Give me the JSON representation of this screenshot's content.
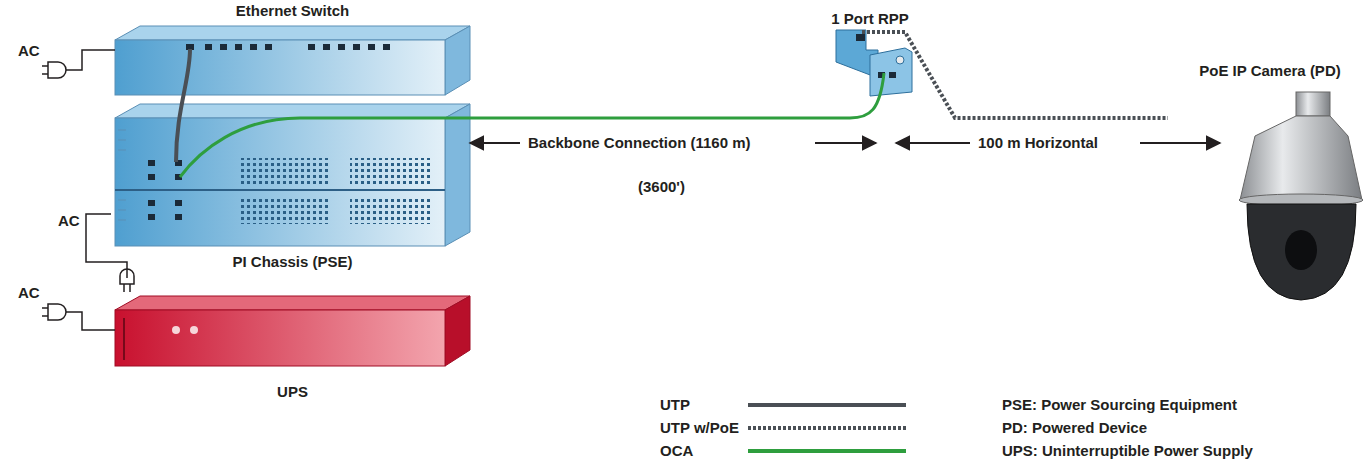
{
  "diagram": {
    "nodes": [
      {
        "text": [
          "Ethernet Switch"
        ]
      },
      {
        "text": [
          "PI Chassis (PSE)"
        ]
      },
      {
        "text": [
          "UPS"
        ]
      },
      {
        "text": [
          "1 Port RPP"
        ]
      },
      {
        "text": [
          "PoE IP Camera (PD)"
        ]
      }
    ],
    "edges": [
      {
        "from": 0,
        "to": 1,
        "arrow": "none"
      },
      {
        "from": 1,
        "to": 3,
        "arrow": "none"
      },
      {
        "from": 3,
        "to": 4,
        "arrow": "none"
      },
      {
        "from": 2,
        "to": 1,
        "arrow": "none"
      }
    ],
    "labels": [
      "AC",
      "AC",
      "AC",
      "Backbone Connection (1160 m)",
      "(3600')",
      "100 m Horizontal",
      "PSE: Power Sourcing Equipment",
      "PD: Powered Device",
      "UPS: Uninterruptible Power Supply"
    ],
    "legend": [
      {
        "text": "UTP"
      },
      {
        "text": "UTP w/PoE"
      },
      {
        "text": "OCA"
      }
    ]
  }
}
